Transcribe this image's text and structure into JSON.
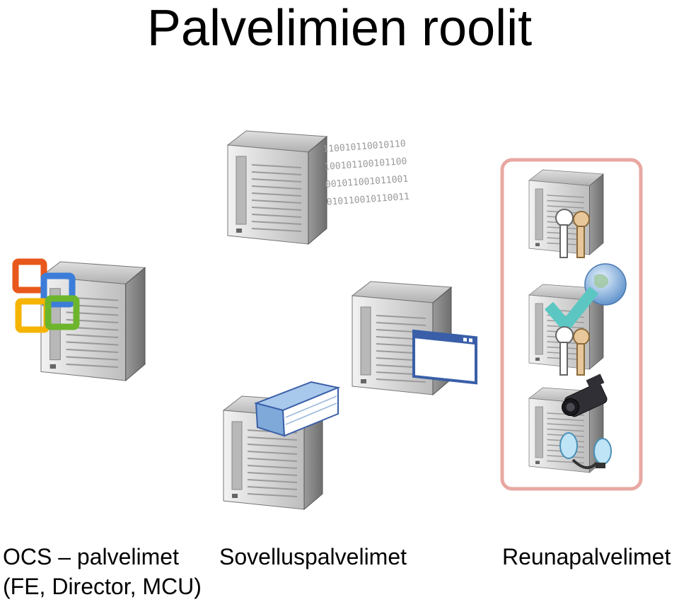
{
  "title": "Palvelimien roolit",
  "labels": {
    "ocs_line1": "OCS – palvelimet",
    "ocs_line2": "(FE, Director, MCU)",
    "application": "Sovelluspalvelimet",
    "edge": "Reunapalvelimet"
  },
  "binary_lines": [
    "110010110010110",
    "100101100101100",
    "001011001011001",
    "010110010110011"
  ],
  "colors": {
    "edge_box_border": "#e8a8a2",
    "server_body": "#cfcfcf",
    "server_dark": "#8a8a8a"
  }
}
